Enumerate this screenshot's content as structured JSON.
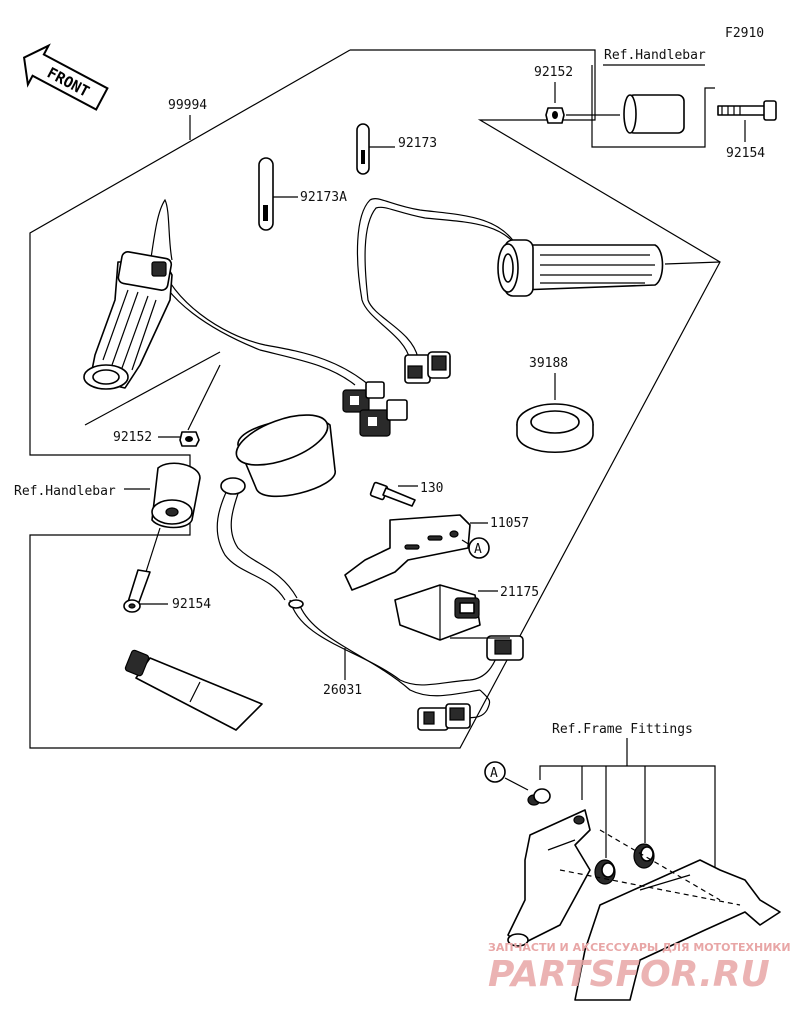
{
  "figure_code": "F2910",
  "front_label": "FRONT",
  "callout_A": "A",
  "parts": {
    "kit": "99994",
    "nut_top": "92152",
    "nut_left": "92152",
    "bolt_top": "92154",
    "bolt_left": "92154",
    "band_short": "92173",
    "band_long": "92173A",
    "seal": "39188",
    "bolt_small": "130",
    "bracket": "11057",
    "controller": "21175",
    "harness": "26031"
  },
  "refs": {
    "handlebar_top": "Ref.Handlebar",
    "handlebar_left": "Ref.Handlebar",
    "frame_fittings": "Ref.Frame Fittings"
  },
  "watermark": {
    "tagline": "ЗАПЧАСТИ И АКСЕССУАРЫ ДЛЯ МОТОТЕХНИКИ",
    "brand": "PARTSFOR.RU",
    "color": "#e8a6a6"
  }
}
